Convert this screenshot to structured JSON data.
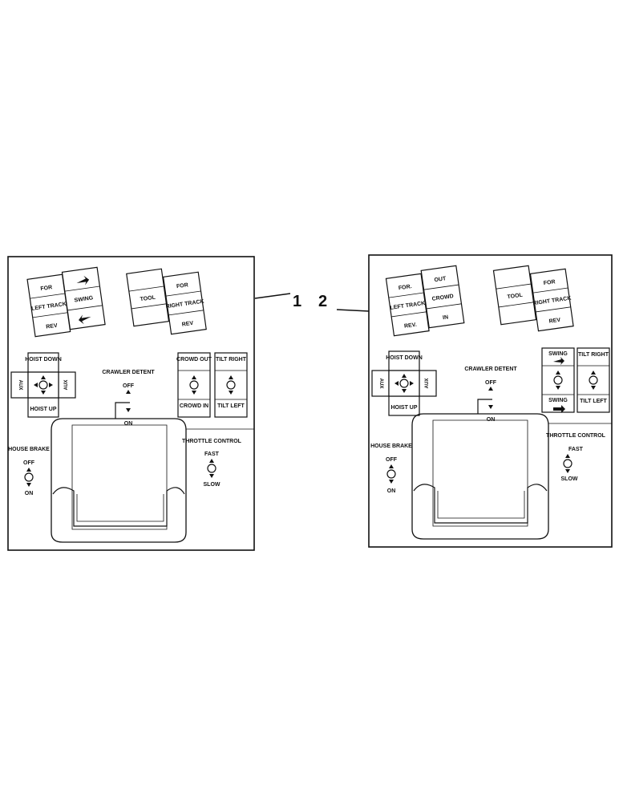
{
  "callouts": {
    "one": "1",
    "two": "2"
  },
  "panel1": {
    "left_track": {
      "for": "FOR",
      "label": "LEFT TRACK",
      "rev": "REV"
    },
    "swing": {
      "label": "SWING"
    },
    "tool": {
      "label": "TOOL"
    },
    "right_track": {
      "for": "FOR",
      "label": "RIGHT TRACK",
      "rev": "REV"
    },
    "hoist": {
      "down": "HOIST DOWN",
      "up": "HOIST UP",
      "aux_left": "AUX",
      "aux_right": "AUX"
    },
    "crawler": {
      "title": "CRAWLER DETENT",
      "off": "OFF",
      "on": "ON"
    },
    "crowd": {
      "out": "CROWD OUT",
      "in": "CROWD IN"
    },
    "tilt": {
      "right": "TILT RIGHT",
      "left": "TILT LEFT"
    },
    "house_brake": {
      "title": "HOUSE BRAKE",
      "off": "OFF",
      "on": "ON"
    },
    "throttle": {
      "title": "THROTTLE CONTROL",
      "fast": "FAST",
      "slow": "SLOW"
    }
  },
  "panel2": {
    "left_track": {
      "for": "FOR.",
      "label": "LEFT TRACK",
      "rev": "REV."
    },
    "crowd": {
      "out": "OUT",
      "label": "CROWD",
      "in": "IN"
    },
    "tool": {
      "label": "TOOL"
    },
    "right_track": {
      "for": "FOR",
      "label": "RIGHT TRACK",
      "rev": "REV"
    },
    "hoist": {
      "down": "HOIST DOWN",
      "up": "HOIST UP",
      "aux_left": "AUX",
      "aux_right": "AUX"
    },
    "crawler": {
      "title": "CRAWLER DETENT",
      "off": "OFF",
      "on": "ON"
    },
    "swing": {
      "top": "SWING",
      "bottom": "SWING"
    },
    "tilt": {
      "right": "TILT RIGHT",
      "left": "TILT LEFT"
    },
    "house_brake": {
      "title": "HOUSE BRAKE",
      "off": "OFF",
      "on": "ON"
    },
    "throttle": {
      "title": "THROTTLE CONTROL",
      "fast": "FAST",
      "slow": "SLOW"
    }
  }
}
